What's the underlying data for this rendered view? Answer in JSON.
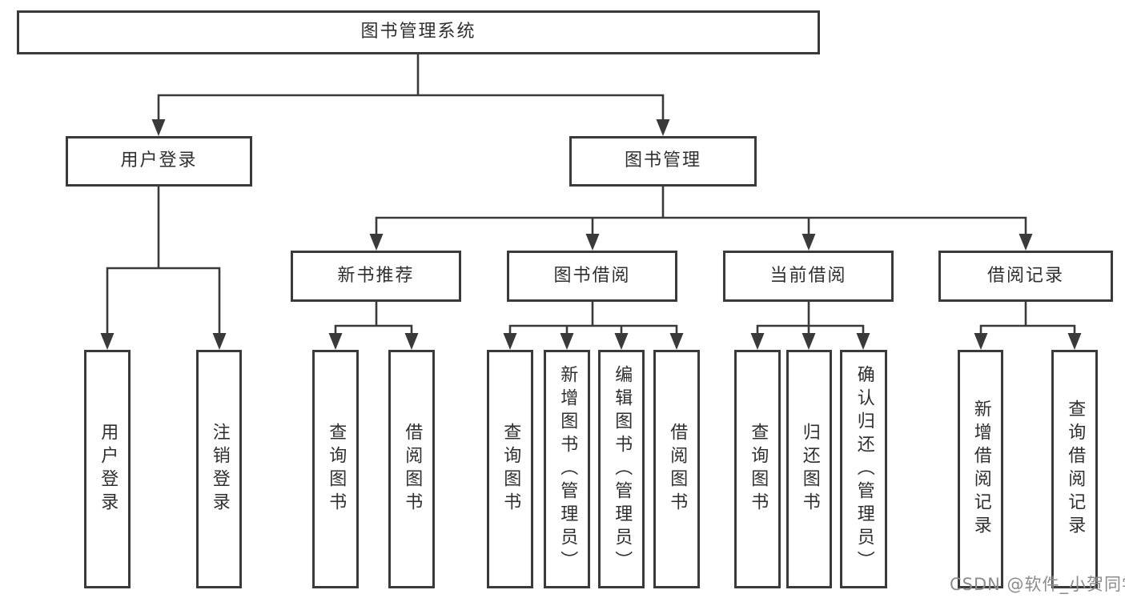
{
  "diagram": {
    "title": "图书管理系统",
    "line_color": "#3a3a3a",
    "text_color": "#2f2f2f",
    "background_color": "#ffffff",
    "nodes": [
      {
        "id": "root",
        "label": "图书管理系统"
      },
      {
        "id": "user-login",
        "label": "用户登录"
      },
      {
        "id": "book-management",
        "label": "图书管理"
      },
      {
        "id": "user-login-action",
        "label": "用户登录"
      },
      {
        "id": "logout-action",
        "label": "注销登录"
      },
      {
        "id": "new-book-recommend",
        "label": "新书推荐"
      },
      {
        "id": "book-borrowing",
        "label": "图书借阅"
      },
      {
        "id": "current-borrowing",
        "label": "当前借阅"
      },
      {
        "id": "borrowing-records",
        "label": "借阅记录"
      },
      {
        "id": "recommend-query-books",
        "label": "查询图书"
      },
      {
        "id": "recommend-borrow-books",
        "label": "借阅图书"
      },
      {
        "id": "borrowing-query-books",
        "label": "查询图书"
      },
      {
        "id": "borrowing-add-books",
        "label": "新增图书（管理员）"
      },
      {
        "id": "borrowing-edit-books",
        "label": "编辑图书（管理员）"
      },
      {
        "id": "borrowing-borrow-books",
        "label": "借阅图书"
      },
      {
        "id": "current-query-books",
        "label": "查询图书"
      },
      {
        "id": "current-return-books",
        "label": "归还图书"
      },
      {
        "id": "current-confirm-return",
        "label": "确认归还（管理员）"
      },
      {
        "id": "records-add-record",
        "label": "新增借阅记录"
      },
      {
        "id": "records-query-record",
        "label": "查询借阅记录"
      }
    ]
  },
  "watermark": {
    "text": "CSDN @软件_小贺同学",
    "color": "#8c8c8c"
  }
}
